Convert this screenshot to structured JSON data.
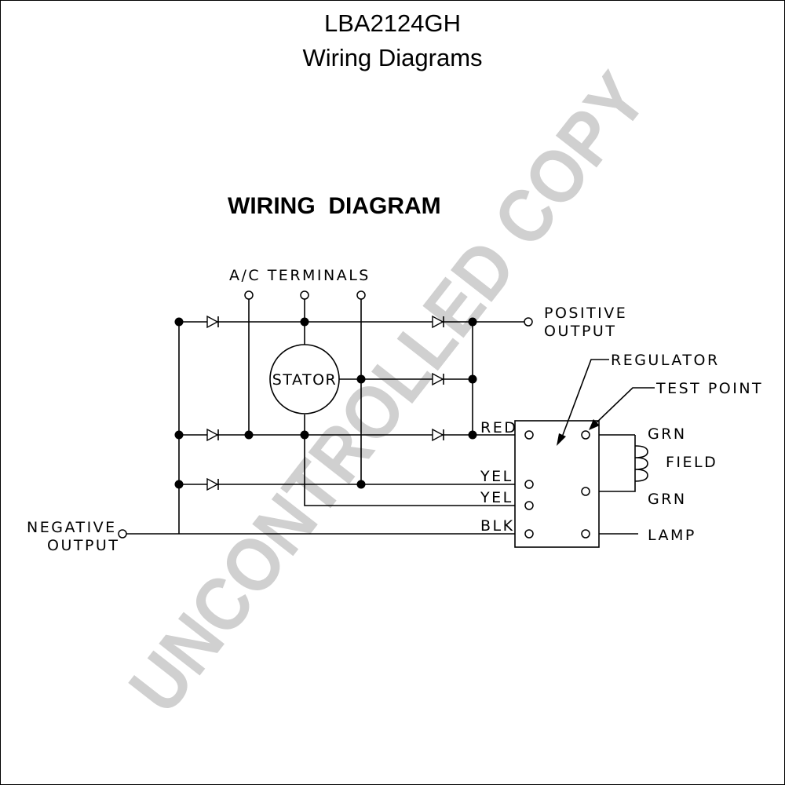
{
  "header": {
    "model": "LBA2124GH",
    "subtitle": "Wiring Diagrams"
  },
  "diagram": {
    "heading": "WIRING  DIAGRAM",
    "ac_terminals": "A/C TERMINALS",
    "positive_output": [
      "POSITIVE",
      "OUTPUT"
    ],
    "negative_output": [
      "NEGATIVE",
      "OUTPUT"
    ],
    "stator": "STATOR",
    "regulator": "REGULATOR",
    "test_point": "TEST POINT",
    "field": "FIELD",
    "wire_labels": {
      "red": "RED",
      "yel1": "YEL",
      "yel2": "YEL",
      "blk": "BLK",
      "grn1": "GRN",
      "grn2": "GRN",
      "lamp": "LAMP"
    }
  },
  "watermark": "UNCONTROLLED COPY"
}
